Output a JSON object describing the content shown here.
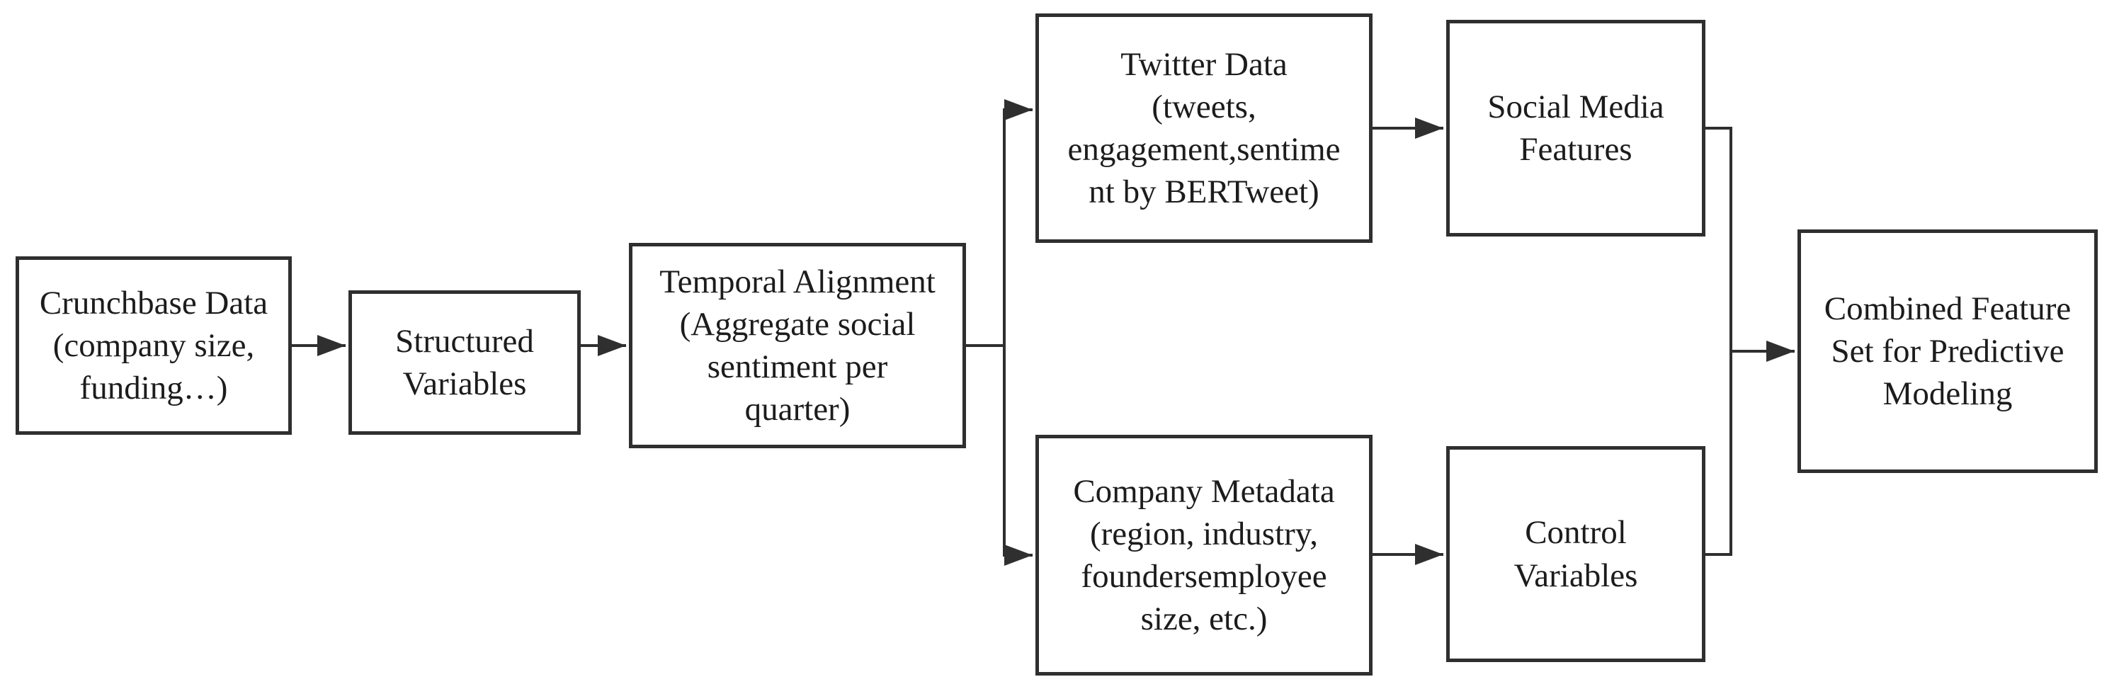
{
  "diagram": {
    "background_color": "#ffffff",
    "line_color": "#2f2f2f",
    "box_border_color": "#2f2f2f",
    "box_fill_color": "#ffffff",
    "text_color": "#1c1c1c",
    "nodes": [
      {
        "id": "crunchbase-data",
        "label": "Crunchbase Data\n(company size,\nfunding…)"
      },
      {
        "id": "structured-variables",
        "label": "Structured\nVariables"
      },
      {
        "id": "temporal-alignment",
        "label": "Temporal Alignment\n(Aggregate social\nsentiment per\nquarter)"
      },
      {
        "id": "twitter-data",
        "label": "Twitter Data\n(tweets,\nengagement,sentime\nnt by BERTweet)"
      },
      {
        "id": "social-media-features",
        "label": "Social Media\nFeatures"
      },
      {
        "id": "company-metadata",
        "label": "Company Metadata\n(region, industry,\nfoundersemployee\nsize, etc.)"
      },
      {
        "id": "control-variables",
        "label": "Control\nVariables"
      },
      {
        "id": "combined-feature-set",
        "label": "Combined Feature\nSet for Predictive\nModeling"
      }
    ],
    "edges": [
      {
        "from": "crunchbase-data",
        "to": "structured-variables"
      },
      {
        "from": "structured-variables",
        "to": "temporal-alignment"
      },
      {
        "from": "temporal-alignment",
        "to": "twitter-data"
      },
      {
        "from": "temporal-alignment",
        "to": "company-metadata"
      },
      {
        "from": "twitter-data",
        "to": "social-media-features"
      },
      {
        "from": "company-metadata",
        "to": "control-variables"
      },
      {
        "from": "social-media-features",
        "to": "combined-feature-set"
      },
      {
        "from": "control-variables",
        "to": "combined-feature-set"
      }
    ]
  }
}
